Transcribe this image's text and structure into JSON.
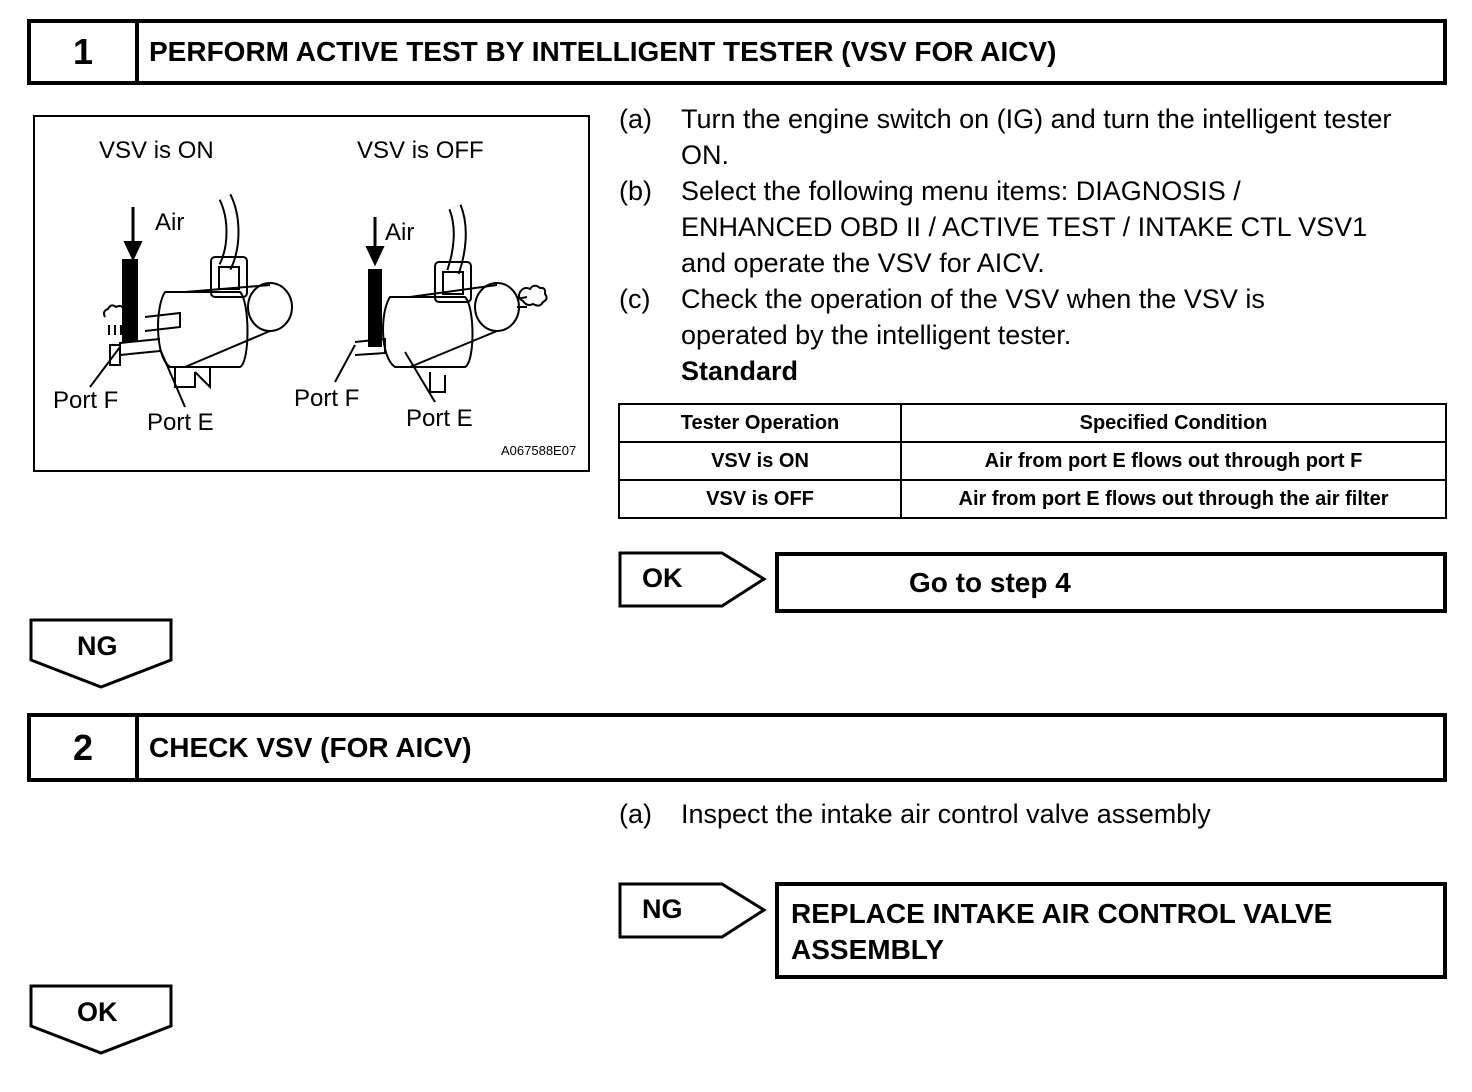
{
  "step1": {
    "number": "1",
    "title": "PERFORM ACTIVE TEST BY INTELLIGENT TESTER (VSV FOR AICV)"
  },
  "figure": {
    "on_label": "VSV is ON",
    "off_label": "VSV is OFF",
    "air_label": "Air",
    "port_f": "Port F",
    "port_e": "Port E",
    "code": "A067588E07"
  },
  "step1_instructions": [
    {
      "label": "(a)",
      "text": "Turn the engine switch on (IG) and turn the intelligent tester ON."
    },
    {
      "label": "(b)",
      "text": "Select the following menu items: DIAGNOSIS / ENHANCED OBD II / ACTIVE TEST / INTAKE CTL VSV1 and operate the VSV for AICV."
    },
    {
      "label": "(c)",
      "text": "Check the operation of the VSV when the VSV is operated by the intelligent tester."
    }
  ],
  "standard_label": "Standard",
  "spec_table": {
    "headers": [
      "Tester Operation",
      "Specified Condition"
    ],
    "rows": [
      [
        "VSV is ON",
        "Air from port E flows out through port F"
      ],
      [
        "VSV is OFF",
        "Air from port E flows out through the air filter"
      ]
    ]
  },
  "ok_branch1": {
    "tag": "OK",
    "result": "Go to step 4"
  },
  "ng_down1": "NG",
  "step2": {
    "number": "2",
    "title": "CHECK VSV (FOR AICV)"
  },
  "step2_instruction": {
    "label": "(a)",
    "text": "Inspect the intake air control valve assembly"
  },
  "ng_branch2": {
    "tag": "NG",
    "result_line1": "REPLACE INTAKE AIR CONTROL VALVE",
    "result_line2": "ASSEMBLY"
  },
  "ok_down2": "OK"
}
